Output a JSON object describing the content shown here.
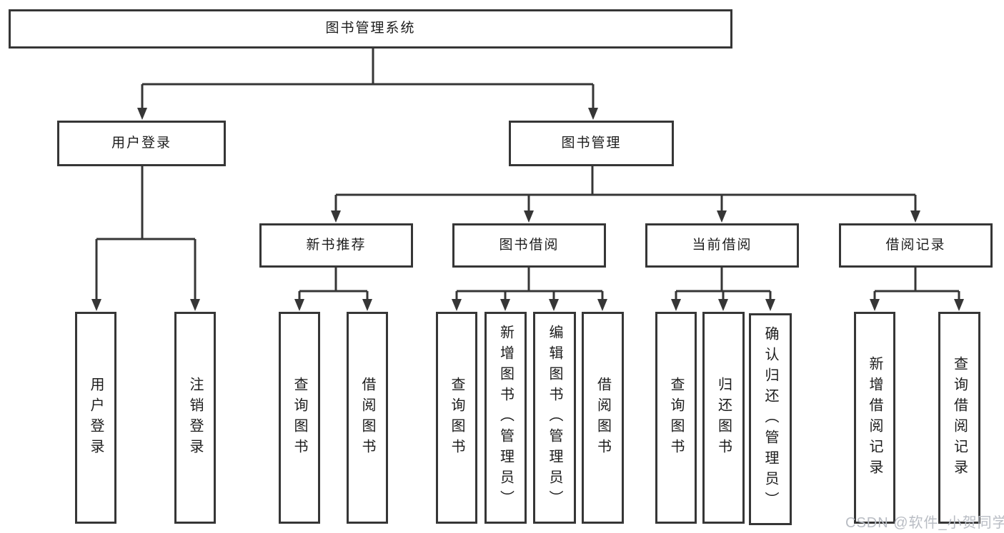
{
  "diagram": {
    "type": "hierarchy-tree",
    "orientation": "top-down",
    "colors": {
      "background": "#ffffff",
      "line": "#363636",
      "box_border": "#363636",
      "box_fill": "#ffffff",
      "text": "#1c1c1c",
      "watermark": "#b9bdc4"
    },
    "tree": {
      "label": "图书管理系统",
      "children": [
        {
          "label": "用户登录",
          "children": [
            {
              "label": "用户登录"
            },
            {
              "label": "注销登录"
            }
          ]
        },
        {
          "label": "图书管理",
          "children": [
            {
              "label": "新书推荐",
              "children": [
                {
                  "label": "查询图书"
                },
                {
                  "label": "借阅图书"
                }
              ]
            },
            {
              "label": "图书借阅",
              "children": [
                {
                  "label": "查询图书"
                },
                {
                  "label": "新增图书（管理员）"
                },
                {
                  "label": "编辑图书（管理员）"
                },
                {
                  "label": "借阅图书"
                }
              ]
            },
            {
              "label": "当前借阅",
              "children": [
                {
                  "label": "查询图书"
                },
                {
                  "label": "归还图书"
                },
                {
                  "label": "确认归还（管理员）"
                }
              ]
            },
            {
              "label": "借阅记录",
              "children": [
                {
                  "label": "新增借阅记录"
                },
                {
                  "label": "查询借阅记录"
                }
              ]
            }
          ]
        }
      ]
    },
    "watermark": "CSDN @软件_小贺同学"
  }
}
